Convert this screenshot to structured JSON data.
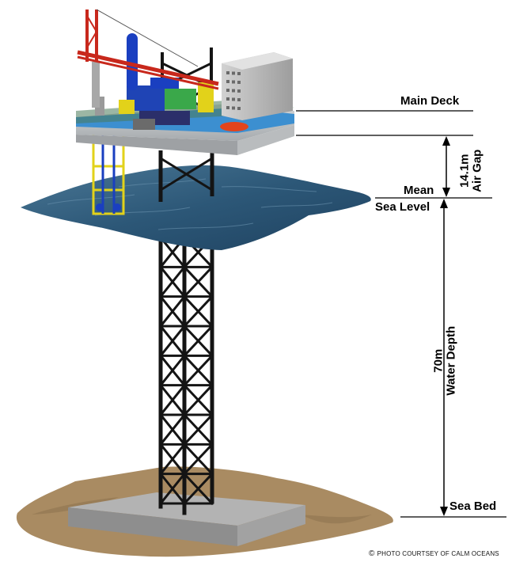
{
  "labels": {
    "main_deck": "Main Deck",
    "air_gap_value": "14.1m",
    "air_gap_label": "Air Gap",
    "mean_sea_level_line1": "Mean",
    "mean_sea_level_line2": "Sea Level",
    "water_depth_value": "70m",
    "water_depth_label": "Water Depth",
    "sea_bed": "Sea Bed"
  },
  "credit": {
    "symbol": "©",
    "text": "Photo Courtsey of Calm Oceans"
  },
  "colors": {
    "sea": "#2f5a78",
    "seabed": "#a88a62",
    "foundation": "#9a9a9a",
    "jacket": "#1a1a1a",
    "deck_band": "#3c8fd0",
    "deck_slab": "#c9ccce",
    "crane": "#c8281c",
    "vessel": "#1a3fc0",
    "module_green": "#3aa84a",
    "yellow_frame": "#e2d21a",
    "tower_block": "#c4c4c4",
    "lifeboat": "#e2441c"
  }
}
